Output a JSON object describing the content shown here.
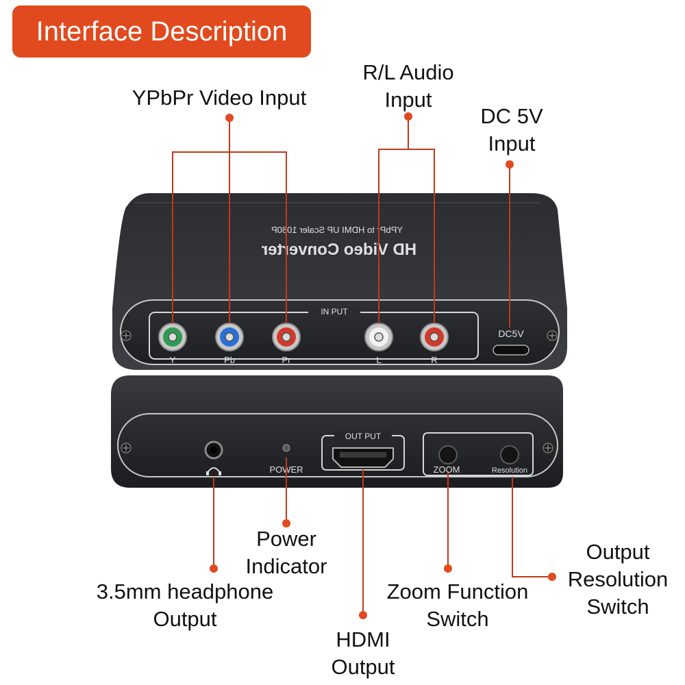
{
  "banner": {
    "title": "Interface Description"
  },
  "callouts": {
    "ypbpr": "YPbPr Video Input",
    "audio_line1": "R/L Audio",
    "audio_line2": "Input",
    "dc_line1": "DC 5V",
    "dc_line2": "Input",
    "power_line1": "Power",
    "power_line2": "Indicator",
    "headphone_line1": "3.5mm headphone",
    "headphone_line2": "Output",
    "zoom_line1": "Zoom Function",
    "zoom_line2": "Switch",
    "hdmi_line1": "HDMI",
    "hdmi_line2": "Output",
    "resolution_line1": "Output",
    "resolution_line2": "Resolution",
    "resolution_line3": "Switch"
  },
  "device": {
    "top_panel": {
      "input_label": "IN PUT",
      "jacks": [
        "Y",
        "Pb",
        "Pr",
        "L",
        "R"
      ],
      "dc_label": "DC5V",
      "brand_line1": "HD Video Converter",
      "brand_line2": "YPbPr to HDMI UP Scaler 1080P"
    },
    "bottom_panel": {
      "output_label": "OUT PUT",
      "power_label": "POWER",
      "zoom_label": "ZOOM",
      "resolution_label": "Resolution"
    }
  },
  "colors": {
    "accent": "#e14a1e",
    "y_jack": "#2e9b53",
    "pb_jack": "#2a6fd6",
    "pr_jack": "#d2392b",
    "l_jack": "#f2f2f2",
    "r_jack": "#d2392b",
    "device_body": "#2b2c30"
  }
}
